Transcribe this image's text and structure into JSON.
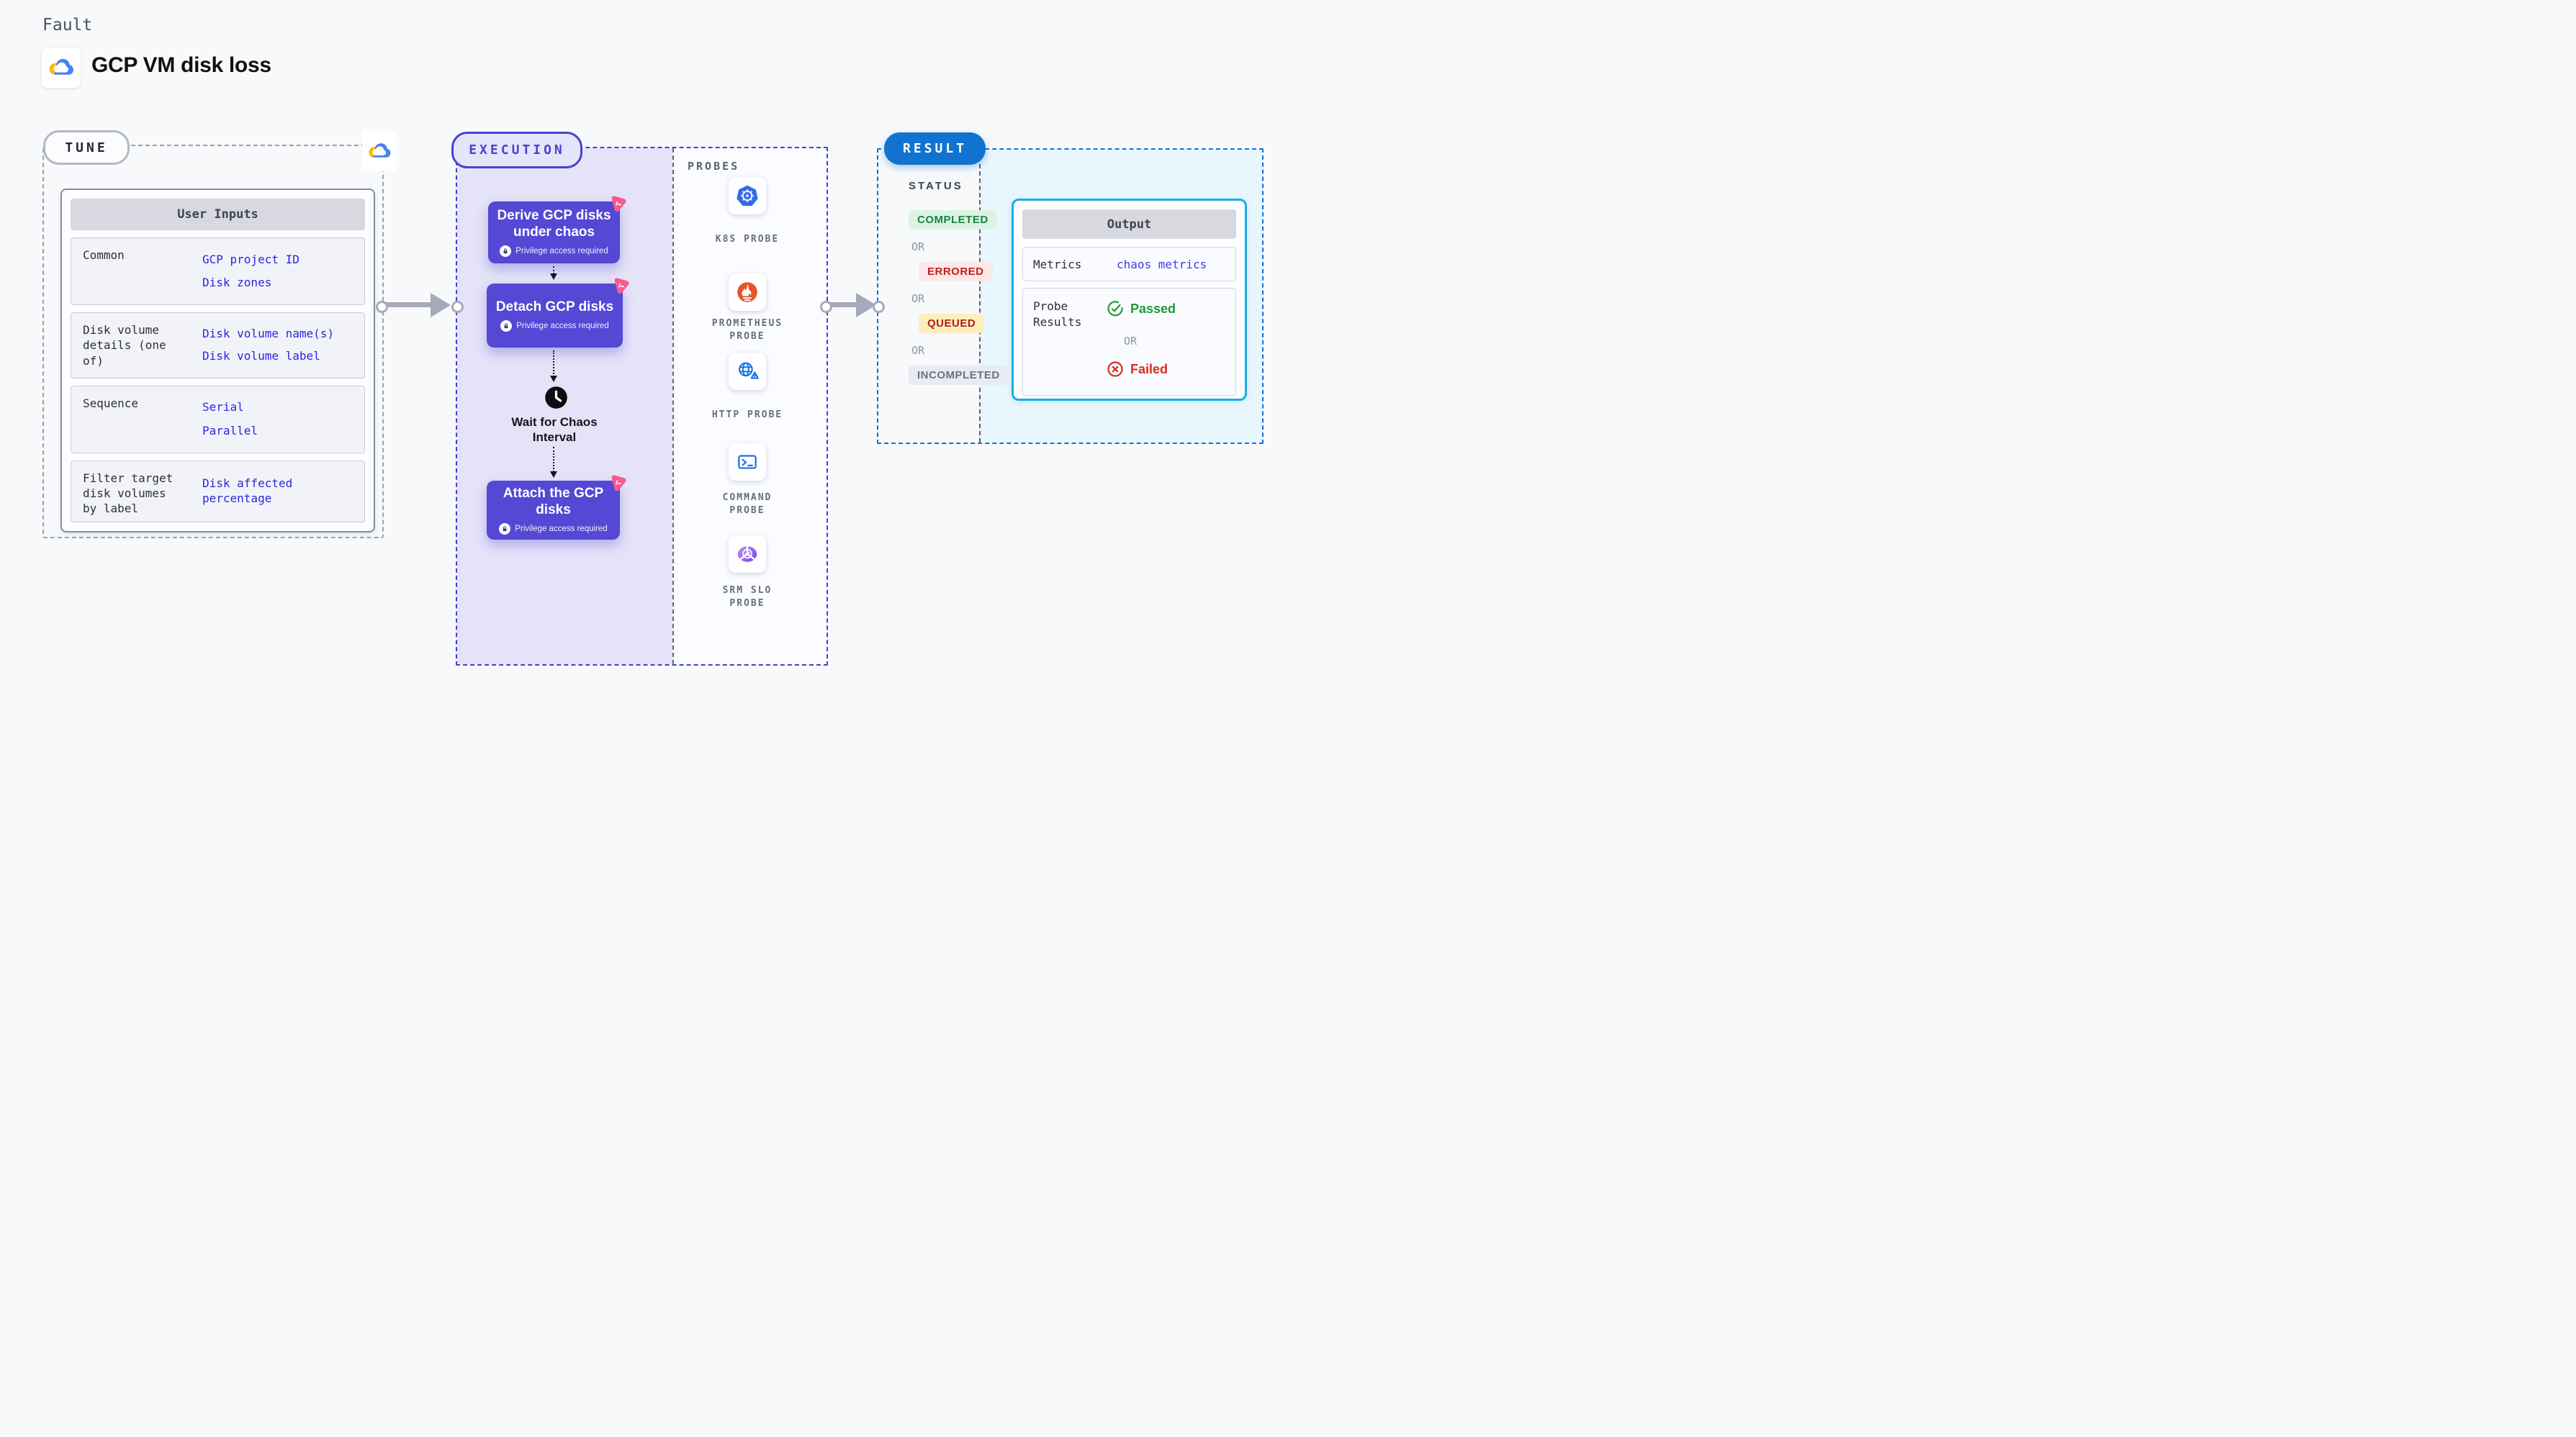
{
  "page": {
    "kicker": "Fault",
    "title": "GCP VM disk loss"
  },
  "tune": {
    "badge": "TUNE",
    "user_inputs": {
      "header": "User Inputs",
      "rows": [
        {
          "label": "Common",
          "values": [
            "GCP project ID",
            "Disk zones"
          ]
        },
        {
          "label": "Disk volume details (one of)",
          "values": [
            "Disk volume name(s)",
            "Disk volume label"
          ]
        },
        {
          "label": "Sequence",
          "values": [
            "Serial",
            "Parallel"
          ]
        },
        {
          "label": "Filter target disk volumes by label",
          "values": [
            "Disk affected percentage"
          ]
        }
      ]
    }
  },
  "execution": {
    "badge": "EXECUTION",
    "steps": {
      "derive": {
        "title": "Derive GCP disks\nunder chaos",
        "note": "Privilege access required"
      },
      "detach": {
        "title": "Detach GCP disks",
        "note": "Privilege access required"
      },
      "wait": {
        "title": "Wait for Chaos\nInterval"
      },
      "attach": {
        "title": "Attach the GCP disks",
        "note": "Privilege access required"
      }
    }
  },
  "probes": {
    "label": "PROBES",
    "items": [
      {
        "name": "K8S PROBE",
        "icon": "kubernetes-icon"
      },
      {
        "name": "PROMETHEUS\nPROBE",
        "icon": "prometheus-icon"
      },
      {
        "name": "HTTP PROBE",
        "icon": "http-globe-icon"
      },
      {
        "name": "COMMAND\nPROBE",
        "icon": "terminal-icon"
      },
      {
        "name": "SRM SLO\nPROBE",
        "icon": "slo-donut-icon"
      }
    ]
  },
  "result": {
    "badge": "RESULT",
    "status": {
      "label": "STATUS",
      "or_label": "OR",
      "options": [
        {
          "label": "COMPLETED",
          "text_color": "#15863c",
          "bg_color": "#dcf3e3"
        },
        {
          "label": "ERRORED",
          "text_color": "#c21f1f",
          "bg_color": "#fbe8e8"
        },
        {
          "label": "QUEUED",
          "text_color": "#b01d12",
          "bg_color": "#fdeebe"
        },
        {
          "label": "INCOMPLETED",
          "text_color": "#6a7282",
          "bg_color": "#e9ebf2"
        }
      ]
    },
    "output": {
      "header": "Output",
      "metrics_label": "Metrics",
      "metrics_value": "chaos metrics",
      "probe_results_label": "Probe Results",
      "passed_label": "Passed",
      "or_label": "OR",
      "failed_label": "Failed"
    }
  },
  "colors": {
    "accent_indigo": "#4c40cf",
    "node_purple": "#5448d4",
    "result_blue": "#1173cf",
    "output_cyan_border": "#15aee8",
    "cyan_bg": "#e8f6fd",
    "lavender_bg": "#e5e3f8",
    "link_blue": "#2a24e3",
    "chaos_pink": "#f9598f",
    "passed_green": "#1d9b37",
    "failed_red": "#d92b22",
    "kubernetes_blue": "#326ce5",
    "prometheus_orange": "#e6522c"
  }
}
